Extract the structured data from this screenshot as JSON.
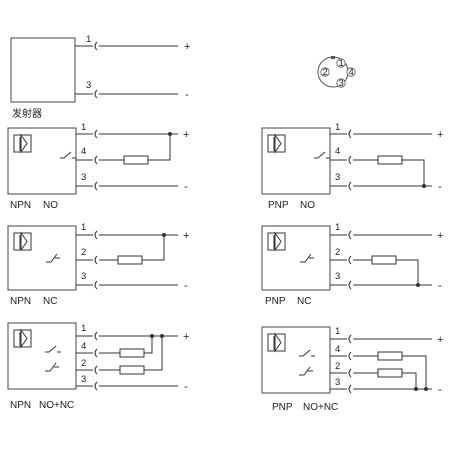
{
  "emitter": {
    "label": "发射器",
    "pins": [
      "1",
      "3"
    ],
    "signs": [
      "+",
      "-"
    ]
  },
  "connector": {
    "pins": [
      "1",
      "2",
      "3",
      "4"
    ]
  },
  "diagrams": [
    {
      "id": "npn-no",
      "title_a": "NPN",
      "title_b": "NO",
      "pins": [
        "1",
        "4",
        "3"
      ],
      "signs": [
        "+",
        "-"
      ]
    },
    {
      "id": "pnp-no",
      "title_a": "PNP",
      "title_b": "NO",
      "pins": [
        "1",
        "4",
        "3"
      ],
      "signs": [
        "+",
        "-"
      ]
    },
    {
      "id": "npn-nc",
      "title_a": "NPN",
      "title_b": "NC",
      "pins": [
        "1",
        "2",
        "3"
      ],
      "signs": [
        "+",
        "-"
      ]
    },
    {
      "id": "pnp-nc",
      "title_a": "PNP",
      "title_b": "NC",
      "pins": [
        "1",
        "2",
        "3"
      ],
      "signs": [
        "+",
        "-"
      ]
    },
    {
      "id": "npn-nonc",
      "title_a": "NPN",
      "title_b": "NO+NC",
      "pins": [
        "1",
        "4",
        "2",
        "3"
      ],
      "signs": [
        "+",
        "-"
      ]
    },
    {
      "id": "pnp-nonc",
      "title_a": "PNP",
      "title_b": "NO+NC",
      "pins": [
        "1",
        "4",
        "2",
        "3"
      ],
      "signs": [
        "+",
        "-"
      ]
    }
  ]
}
